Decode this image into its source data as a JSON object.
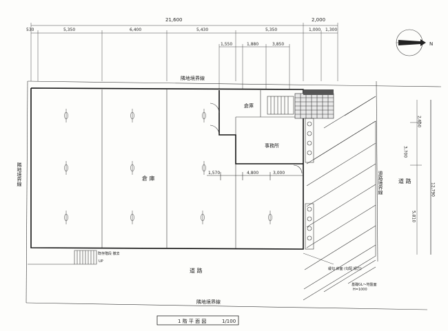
{
  "plan": {
    "title": "1 階 平 面 図",
    "scale": "1/100",
    "north_label": "N",
    "overall_width_dim": "21,600",
    "top_right_dim": "2,000",
    "bay_dims": [
      "530",
      "5,350",
      "6,400",
      "5,430",
      "5,350",
      "1,000",
      "1,300"
    ],
    "office_top_dims": [
      "1,550",
      "1,880",
      "3,850"
    ],
    "office_bottom_dims": [
      "1,570",
      "4,800",
      "3,000"
    ],
    "right_dims": [
      "2,650",
      "3,700",
      "5,810",
      "12,790"
    ],
    "labels": {
      "boundary_top": "隣地境界線",
      "boundary_left": "隣地境界線",
      "boundary_right": "道路境界線",
      "boundary_bottom": "隣地境界線",
      "warehouse": "倉 庫",
      "storage": "倉庫",
      "office": "事務所",
      "road_bottom": "道 路",
      "road_right": "道 路",
      "stair_note": "既存階段 撤去",
      "up": "UP",
      "ramp_note": "緩勾 斜面 (勾配 傾力)",
      "height_note1": "基礎GL～地盤面",
      "height_note2": "H=1000"
    }
  }
}
